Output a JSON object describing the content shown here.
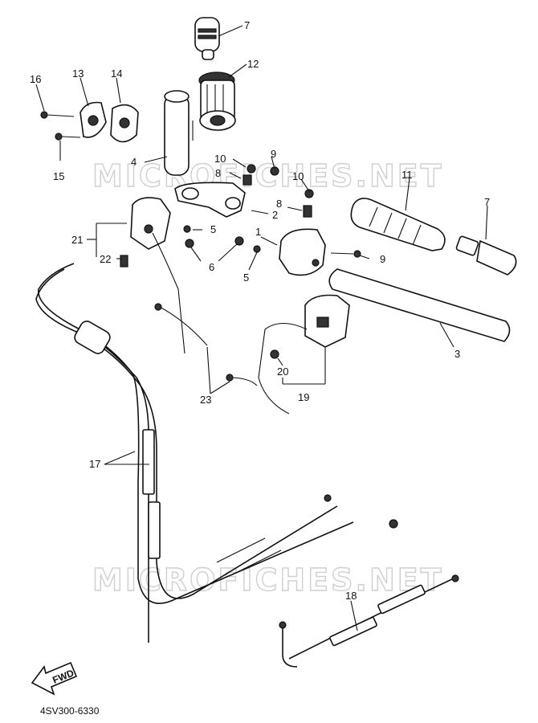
{
  "diagram": {
    "watermark": "MICROFICHES.NET",
    "drawing_code": "4SV300-6330",
    "fwd_label": "FWD",
    "callouts": {
      "p7a": "7",
      "p12": "12",
      "p13": "13",
      "p14": "14",
      "p16": "16",
      "p15": "15",
      "p4": "4",
      "p10a": "10",
      "p9a": "9",
      "p8a": "8",
      "p10b": "10",
      "p11": "11",
      "p8b": "8",
      "p2": "2",
      "p7b": "7",
      "p21": "21",
      "p5a": "5",
      "p1": "1",
      "p22": "22",
      "p6": "6",
      "p9b": "9",
      "p5b": "5",
      "p3": "3",
      "p20": "20",
      "p19": "19",
      "p23": "23",
      "p17": "17",
      "p18": "18"
    }
  }
}
